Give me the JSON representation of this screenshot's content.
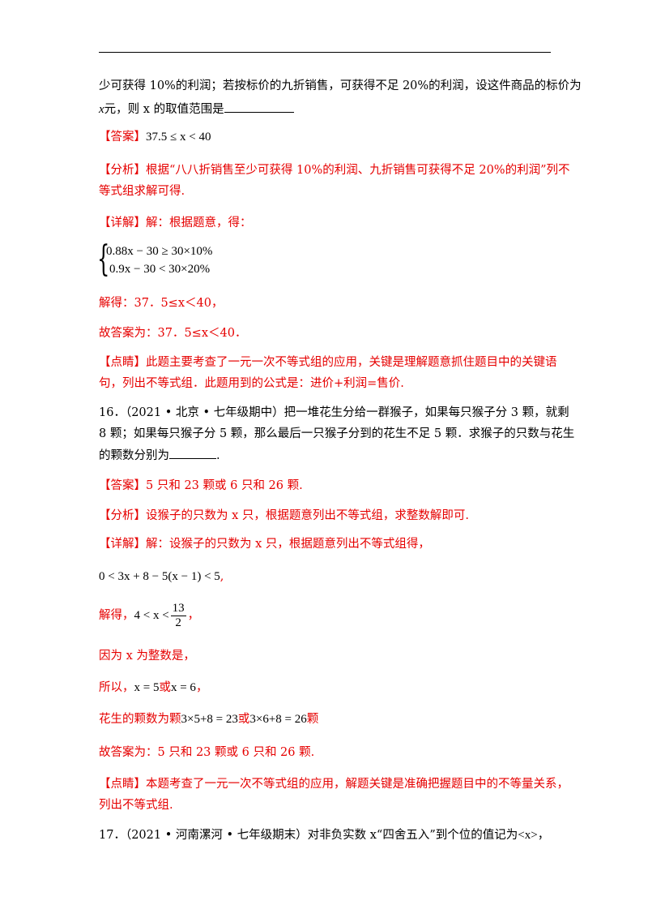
{
  "p1": {
    "line1": "少可获得 10%的利润；若按标价的九折销售，可获得不足 20%的利润，设这件商品的标价为",
    "line2_var": "x",
    "line2_text": "元，则 x 的取值范围是"
  },
  "ans15": {
    "tag": "【答案】",
    "math": "37.5 ≤ x < 40"
  },
  "ana15": {
    "tag": "【分析】",
    "line1": "根据“八八折销售至少可获得 10%的利润、九折销售可获得不足 20%的利润”列不",
    "line2": "等式组求解可得."
  },
  "det15": {
    "tag": "【详解】",
    "text": "解：根据题意，得："
  },
  "sys15": {
    "eq1": "0.88x − 30 ≥ 30×10%",
    "eq2": "0.9x − 30 < 30×20%"
  },
  "sol15": "解得：37．5≤x＜40，",
  "fin15": "故答案为：37．5≤x＜40．",
  "pt15": {
    "tag": "【点睛】",
    "line1": "此题主要考查了一元一次不等式组的应用，关键是理解题意抓住题目中的关键语",
    "line2": "句，列出不等式组．此题用到的公式是：进价+利润=售价."
  },
  "q16": {
    "line1": "16．（2021 • 北京 • 七年级期中）把一堆花生分给一群猴子，如果每只猴子分 3 颗，就剩",
    "line2": "8 颗；如果每只猴子分 5 颗，那么最后一只猴子分到的花生不足 5 颗．求猴子的只数与花生",
    "line3": "的颗数分别为",
    "line3_end": "."
  },
  "ans16": {
    "tag": "【答案】",
    "text": "5 只和 23 颗或 6 只和 26 颗."
  },
  "ana16": {
    "tag": "【分析】",
    "text": "设猴子的只数为 x 只，根据题意列出不等式组，求整数解即可."
  },
  "det16": {
    "tag": "【详解】",
    "text": "解：设猴子的只数为 x 只，根据题意列出不等式组得，"
  },
  "ineq16": {
    "math": "0 < 3x + 8 − 5(x − 1) < 5",
    "comma": ","
  },
  "sol16": {
    "prefix": "解得，",
    "left": "4 < x <",
    "num": "13",
    "den": "2",
    "comma": "，"
  },
  "int16": "因为 x 为整数是，",
  "so16": {
    "prefix": "所以，",
    "m1": "x = 5",
    "or": "或",
    "m2": "x = 6",
    "comma": "，"
  },
  "pea16": {
    "prefix": "花生的颗数为颗",
    "m1": "3×5+8 = 23",
    "or": "或",
    "m2": "3×6+8 = 26",
    "suffix": "颗"
  },
  "fin16": "故答案为：5 只和 23 颗或 6 只和 26 颗.",
  "pt16": {
    "tag": "【点睛】",
    "line1": "本题考查了一元一次不等式组的应用，解题关键是准确把握题目中的不等量关系，",
    "line2": "列出不等式组."
  },
  "q17": {
    "text": "17．（2021 • 河南漯河 • 七年级期末）对非负实数 x“四舍五入”到个位的值记为",
    "math": "<x>",
    "comma": "，"
  }
}
